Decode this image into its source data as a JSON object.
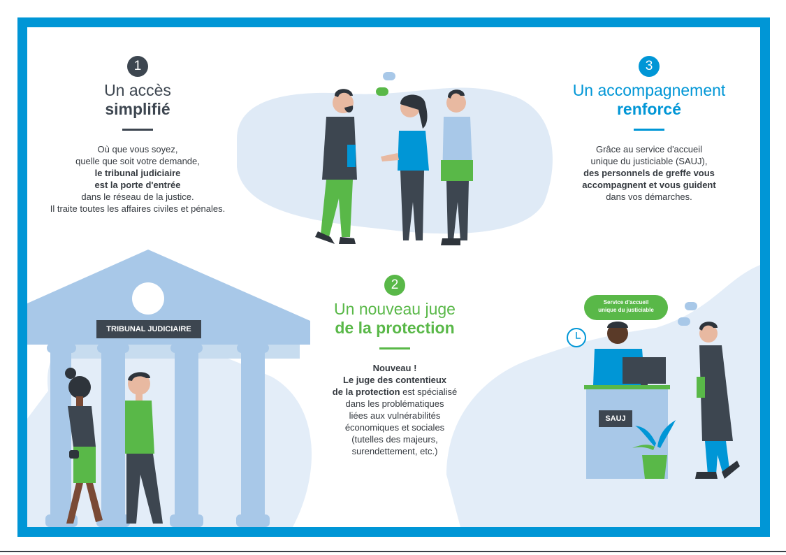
{
  "section1": {
    "number": "1",
    "title_line1": "Un accès",
    "title_line2": "simplifié",
    "lines": [
      {
        "text": "Où que vous soyez,",
        "bold": false
      },
      {
        "text": "quelle que soit votre demande,",
        "bold": false
      },
      {
        "text": "le tribunal judiciaire",
        "bold": true
      },
      {
        "text": "est la porte d'entrée",
        "bold": true
      },
      {
        "text": "dans le réseau de la justice.",
        "bold": false
      },
      {
        "text": "Il traite toutes les affaires civiles et pénales.",
        "bold": false
      }
    ]
  },
  "section2": {
    "number": "2",
    "title_line1": "Un nouveau juge",
    "title_line2": "de la protection",
    "line1": "Nouveau !",
    "line2": "Le juge des contentieux",
    "line3_bold": "de la protection",
    "line3_rest": " est spécialisé",
    "rest_lines": [
      "dans les problématiques",
      "liées aux vulnérabilités",
      "économiques et sociales",
      "(tutelles des majeurs,",
      "surendettement, etc.)"
    ]
  },
  "section3": {
    "number": "3",
    "title_line1": "Un accompagnement",
    "title_line2": "renforcé",
    "lines": [
      {
        "text": "Grâce au service d'accueil",
        "bold": false
      },
      {
        "text": "unique du justiciable (SAUJ),",
        "bold": false
      },
      {
        "text": "des personnels de greffe vous",
        "bold": true
      },
      {
        "text": "accompagnent et vous guident",
        "bold": true
      },
      {
        "text": "dans vos démarches.",
        "bold": false
      }
    ]
  },
  "court_sign": "TRIBUNAL JUDICIAIRE",
  "bubble_line1": "Service d'accueil",
  "bubble_line2": "unique du justiciable",
  "desk_sign": "SAUJ",
  "colors": {
    "frame": "#0096d6",
    "dark": "#3d4650",
    "green": "#59b848",
    "light_blue": "#dfeaf6",
    "building": "#a8c8e8"
  }
}
